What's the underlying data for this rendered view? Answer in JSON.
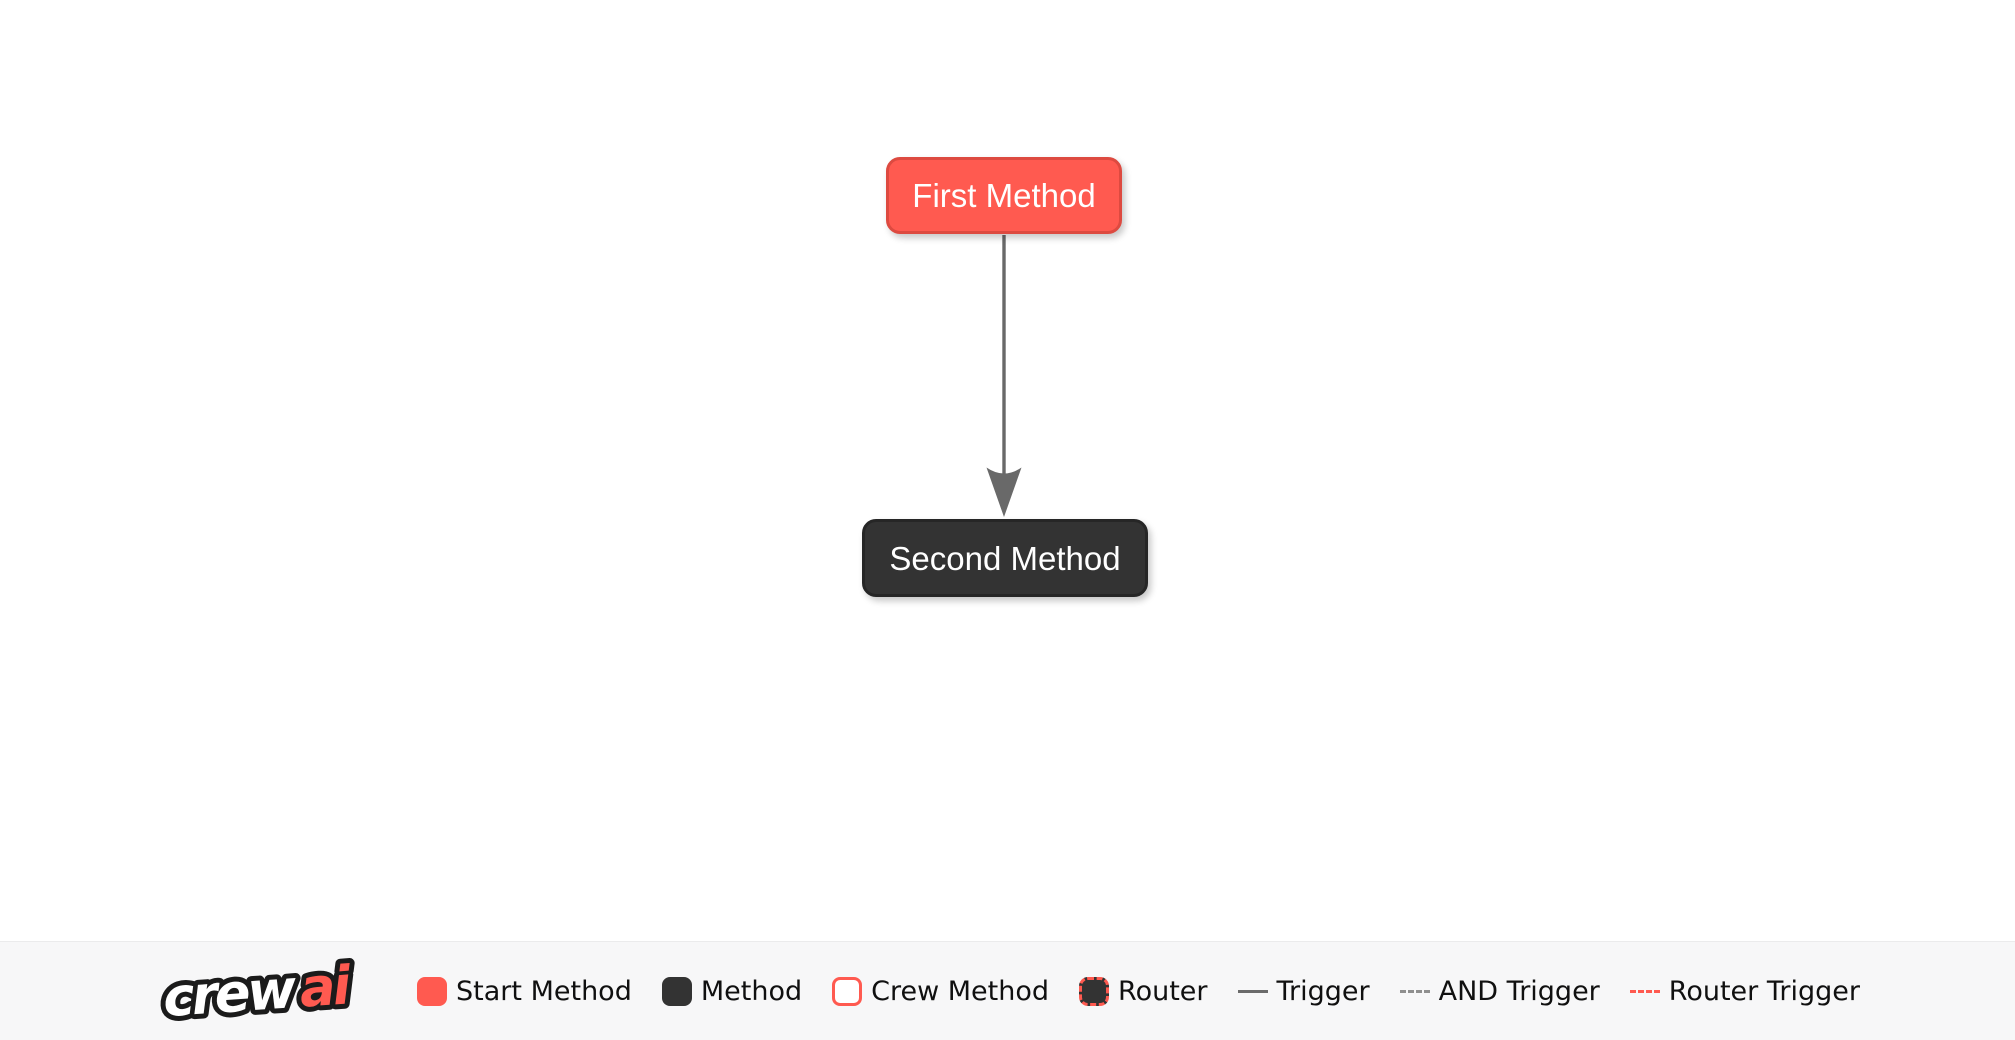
{
  "flow": {
    "nodes": [
      {
        "label": "First Method",
        "type": "start_method",
        "fill": "#ff5a50",
        "border": "#dd4a40",
        "text_color": "#ffffff"
      },
      {
        "label": "Second Method",
        "type": "method",
        "fill": "#333333",
        "border": "#262626",
        "text_color": "#ffffff"
      }
    ],
    "edges": [
      {
        "from": "First Method",
        "to": "Second Method",
        "type": "trigger",
        "color": "#696969",
        "style": "solid-arrow-down"
      }
    ]
  },
  "footer": {
    "logo": {
      "crew": "crew",
      "ai": "ai",
      "crew_color": "#ffffff",
      "ai_color": "#ff5a50",
      "outline_color": "#1b1b1b"
    },
    "legend": [
      {
        "label": "Start Method",
        "swatch": "start-method-box"
      },
      {
        "label": "Method",
        "swatch": "method-box"
      },
      {
        "label": "Crew Method",
        "swatch": "crew-method-box"
      },
      {
        "label": "Router",
        "swatch": "router-box"
      },
      {
        "label": "Trigger",
        "swatch": "solid-gray-line"
      },
      {
        "label": "AND Trigger",
        "swatch": "dashed-gray-line"
      },
      {
        "label": "Router Trigger",
        "swatch": "dashed-red-line"
      }
    ]
  },
  "colors": {
    "accent": "#ff5a50",
    "dark_node": "#333333",
    "edge_gray": "#696969",
    "canvas_bg": "#ffffff",
    "footer_bg": "#f7f7f8"
  }
}
